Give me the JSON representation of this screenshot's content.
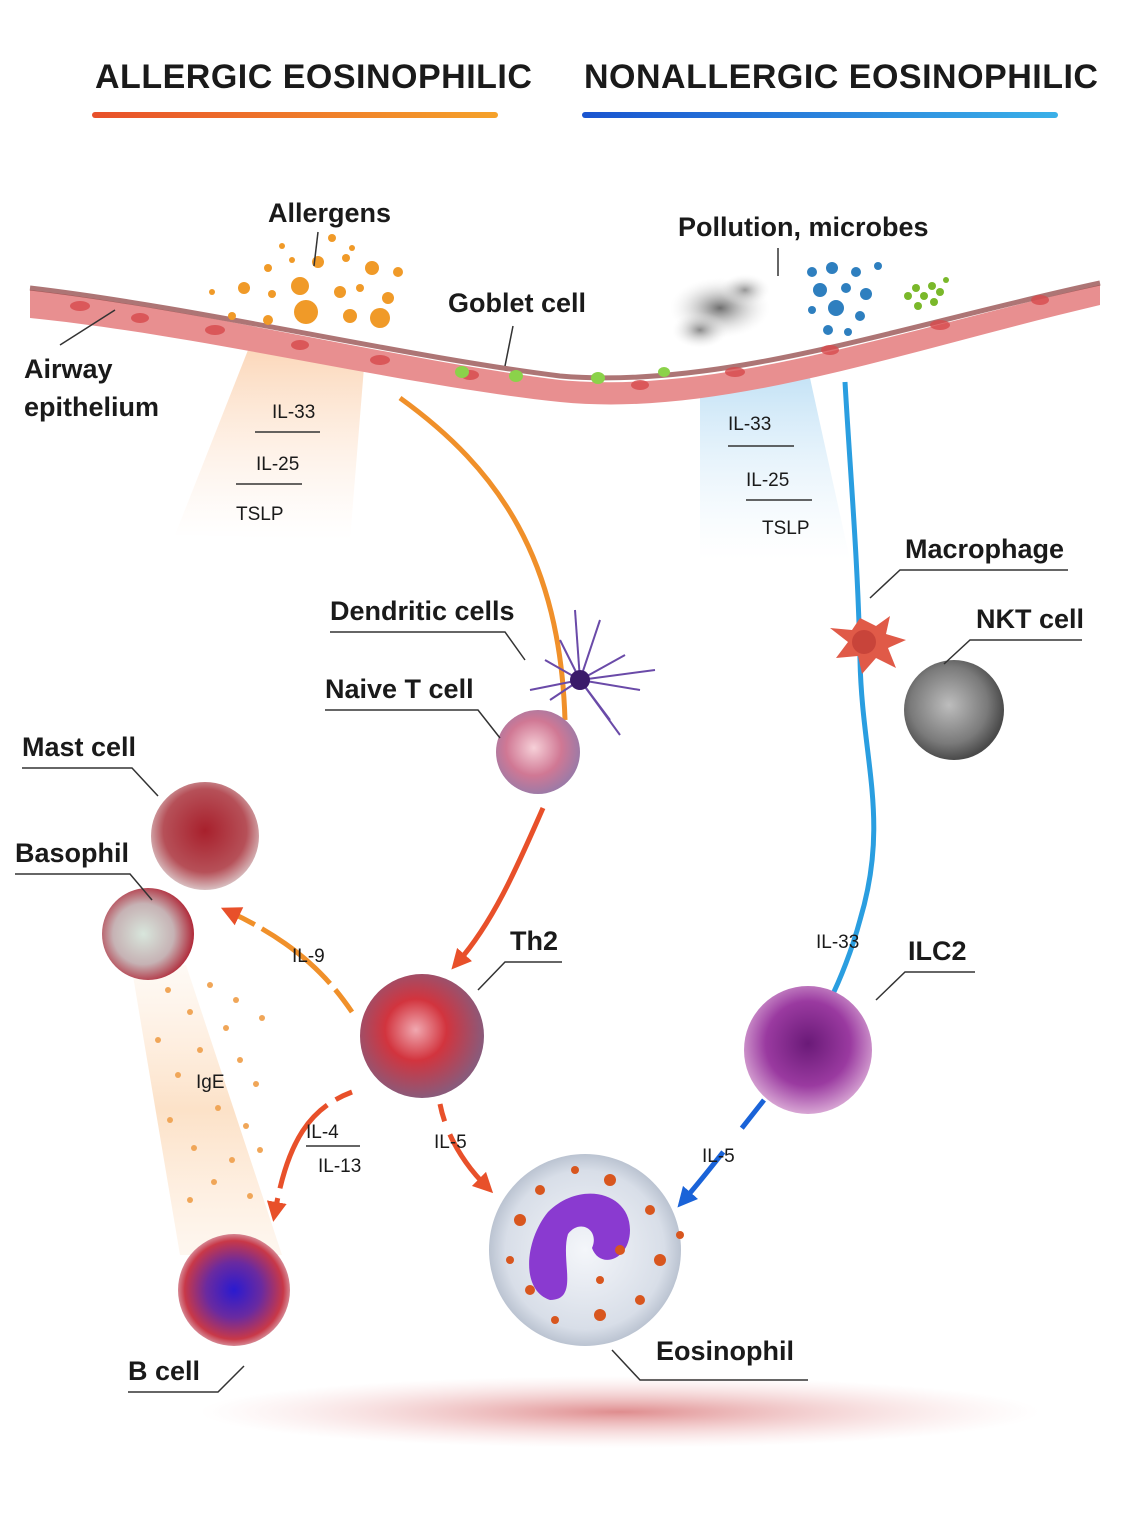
{
  "headers": {
    "allergic": "ALLERGIC EOSINOPHILIC",
    "nonallergic": "NONALLERGIC EOSINOPHILIC"
  },
  "labels": {
    "allergens": "Allergens",
    "pollution": "Pollution, microbes",
    "goblet": "Goblet cell",
    "airway_line1": "Airway",
    "airway_line2": "epithelium",
    "dendritic": "Dendritic cells",
    "naive_t": "Naive T cell",
    "macrophage": "Macrophage",
    "nkt": "NKT cell",
    "mast": "Mast cell",
    "basophil": "Basophil",
    "th2": "Th2",
    "ilc2": "ILC2",
    "b_cell": "B cell",
    "eosinophil": "Eosinophil"
  },
  "cytokines": {
    "left_il33": "IL-33",
    "left_il25": "IL-25",
    "left_tslp": "TSLP",
    "right_il33": "IL-33",
    "right_il25": "IL-25",
    "right_tslp": "TSLP",
    "il9": "IL-9",
    "ige": "IgE",
    "il4": "IL-4",
    "il13": "IL-13",
    "il5_left": "IL-5",
    "il33_ilc2": "IL-33",
    "il5_right": "IL-5"
  },
  "colors": {
    "allergic_orange": "#f0902a",
    "allergic_red": "#e8502a",
    "nonallergic_blue": "#1a63d8",
    "nonallergic_light": "#2a9ee0"
  }
}
